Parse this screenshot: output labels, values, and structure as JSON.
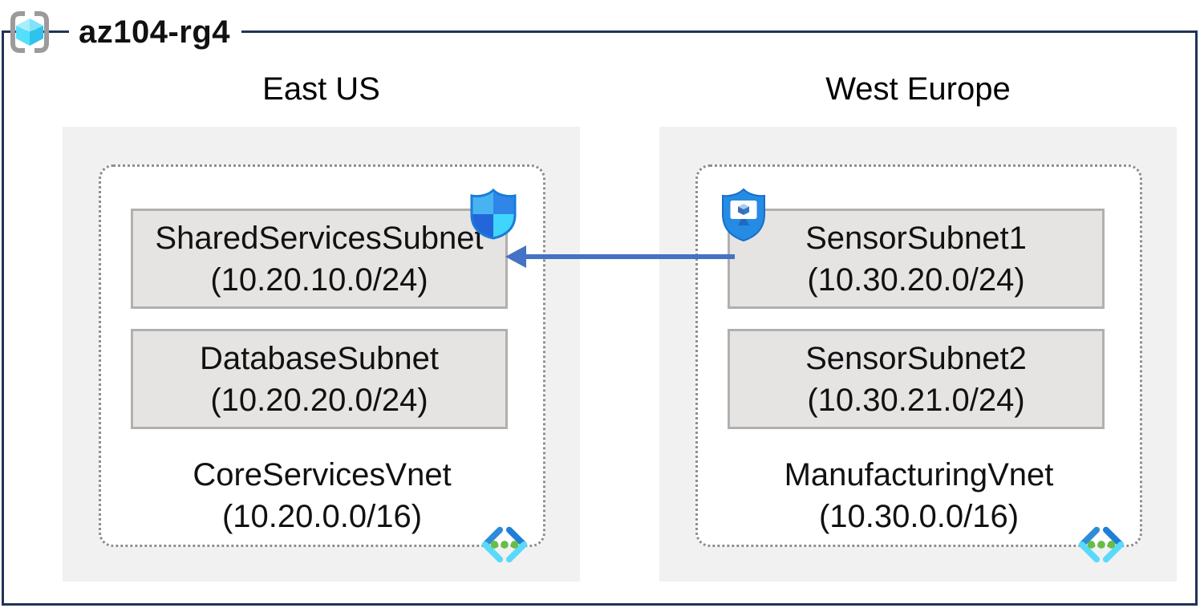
{
  "resource_group": {
    "name": "az104-rg4"
  },
  "regions": [
    {
      "name": "East US",
      "vnet": {
        "name": "CoreServicesVnet",
        "cidr": "(10.20.0.0/16)"
      },
      "subnets": [
        {
          "name": "SharedServicesSubnet",
          "cidr": "(10.20.10.0/24)"
        },
        {
          "name": "DatabaseSubnet",
          "cidr": "(10.20.20.0/24)"
        }
      ],
      "badge_icon": "network-security-group-shield"
    },
    {
      "name": "West Europe",
      "vnet": {
        "name": "ManufacturingVnet",
        "cidr": "(10.30.0.0/16)"
      },
      "subnets": [
        {
          "name": "SensorSubnet1",
          "cidr": "(10.30.20.0/24)"
        },
        {
          "name": "SensorSubnet2",
          "cidr": "(10.30.21.0/24)"
        }
      ],
      "badge_icon": "application-security-group-shield"
    }
  ],
  "connections": [
    {
      "from": "SensorSubnet1",
      "to": "SharedServicesSubnet",
      "direction": "right-to-left",
      "color": "#4472C4"
    }
  ],
  "icons": {
    "resource_group": "resource-group-cube-brackets-icon",
    "vnet": "virtual-network-chevrons-icon"
  },
  "colors": {
    "frame_border": "#1F3456",
    "arrow": "#4472C4",
    "region_background": "#F1F1F1",
    "vnet_background": "#FFFFFF",
    "vnet_dotted_border": "#8E8E8E",
    "subnet_background": "#E5E4E3",
    "subnet_border": "#B1B0AF",
    "text": "#111111"
  }
}
